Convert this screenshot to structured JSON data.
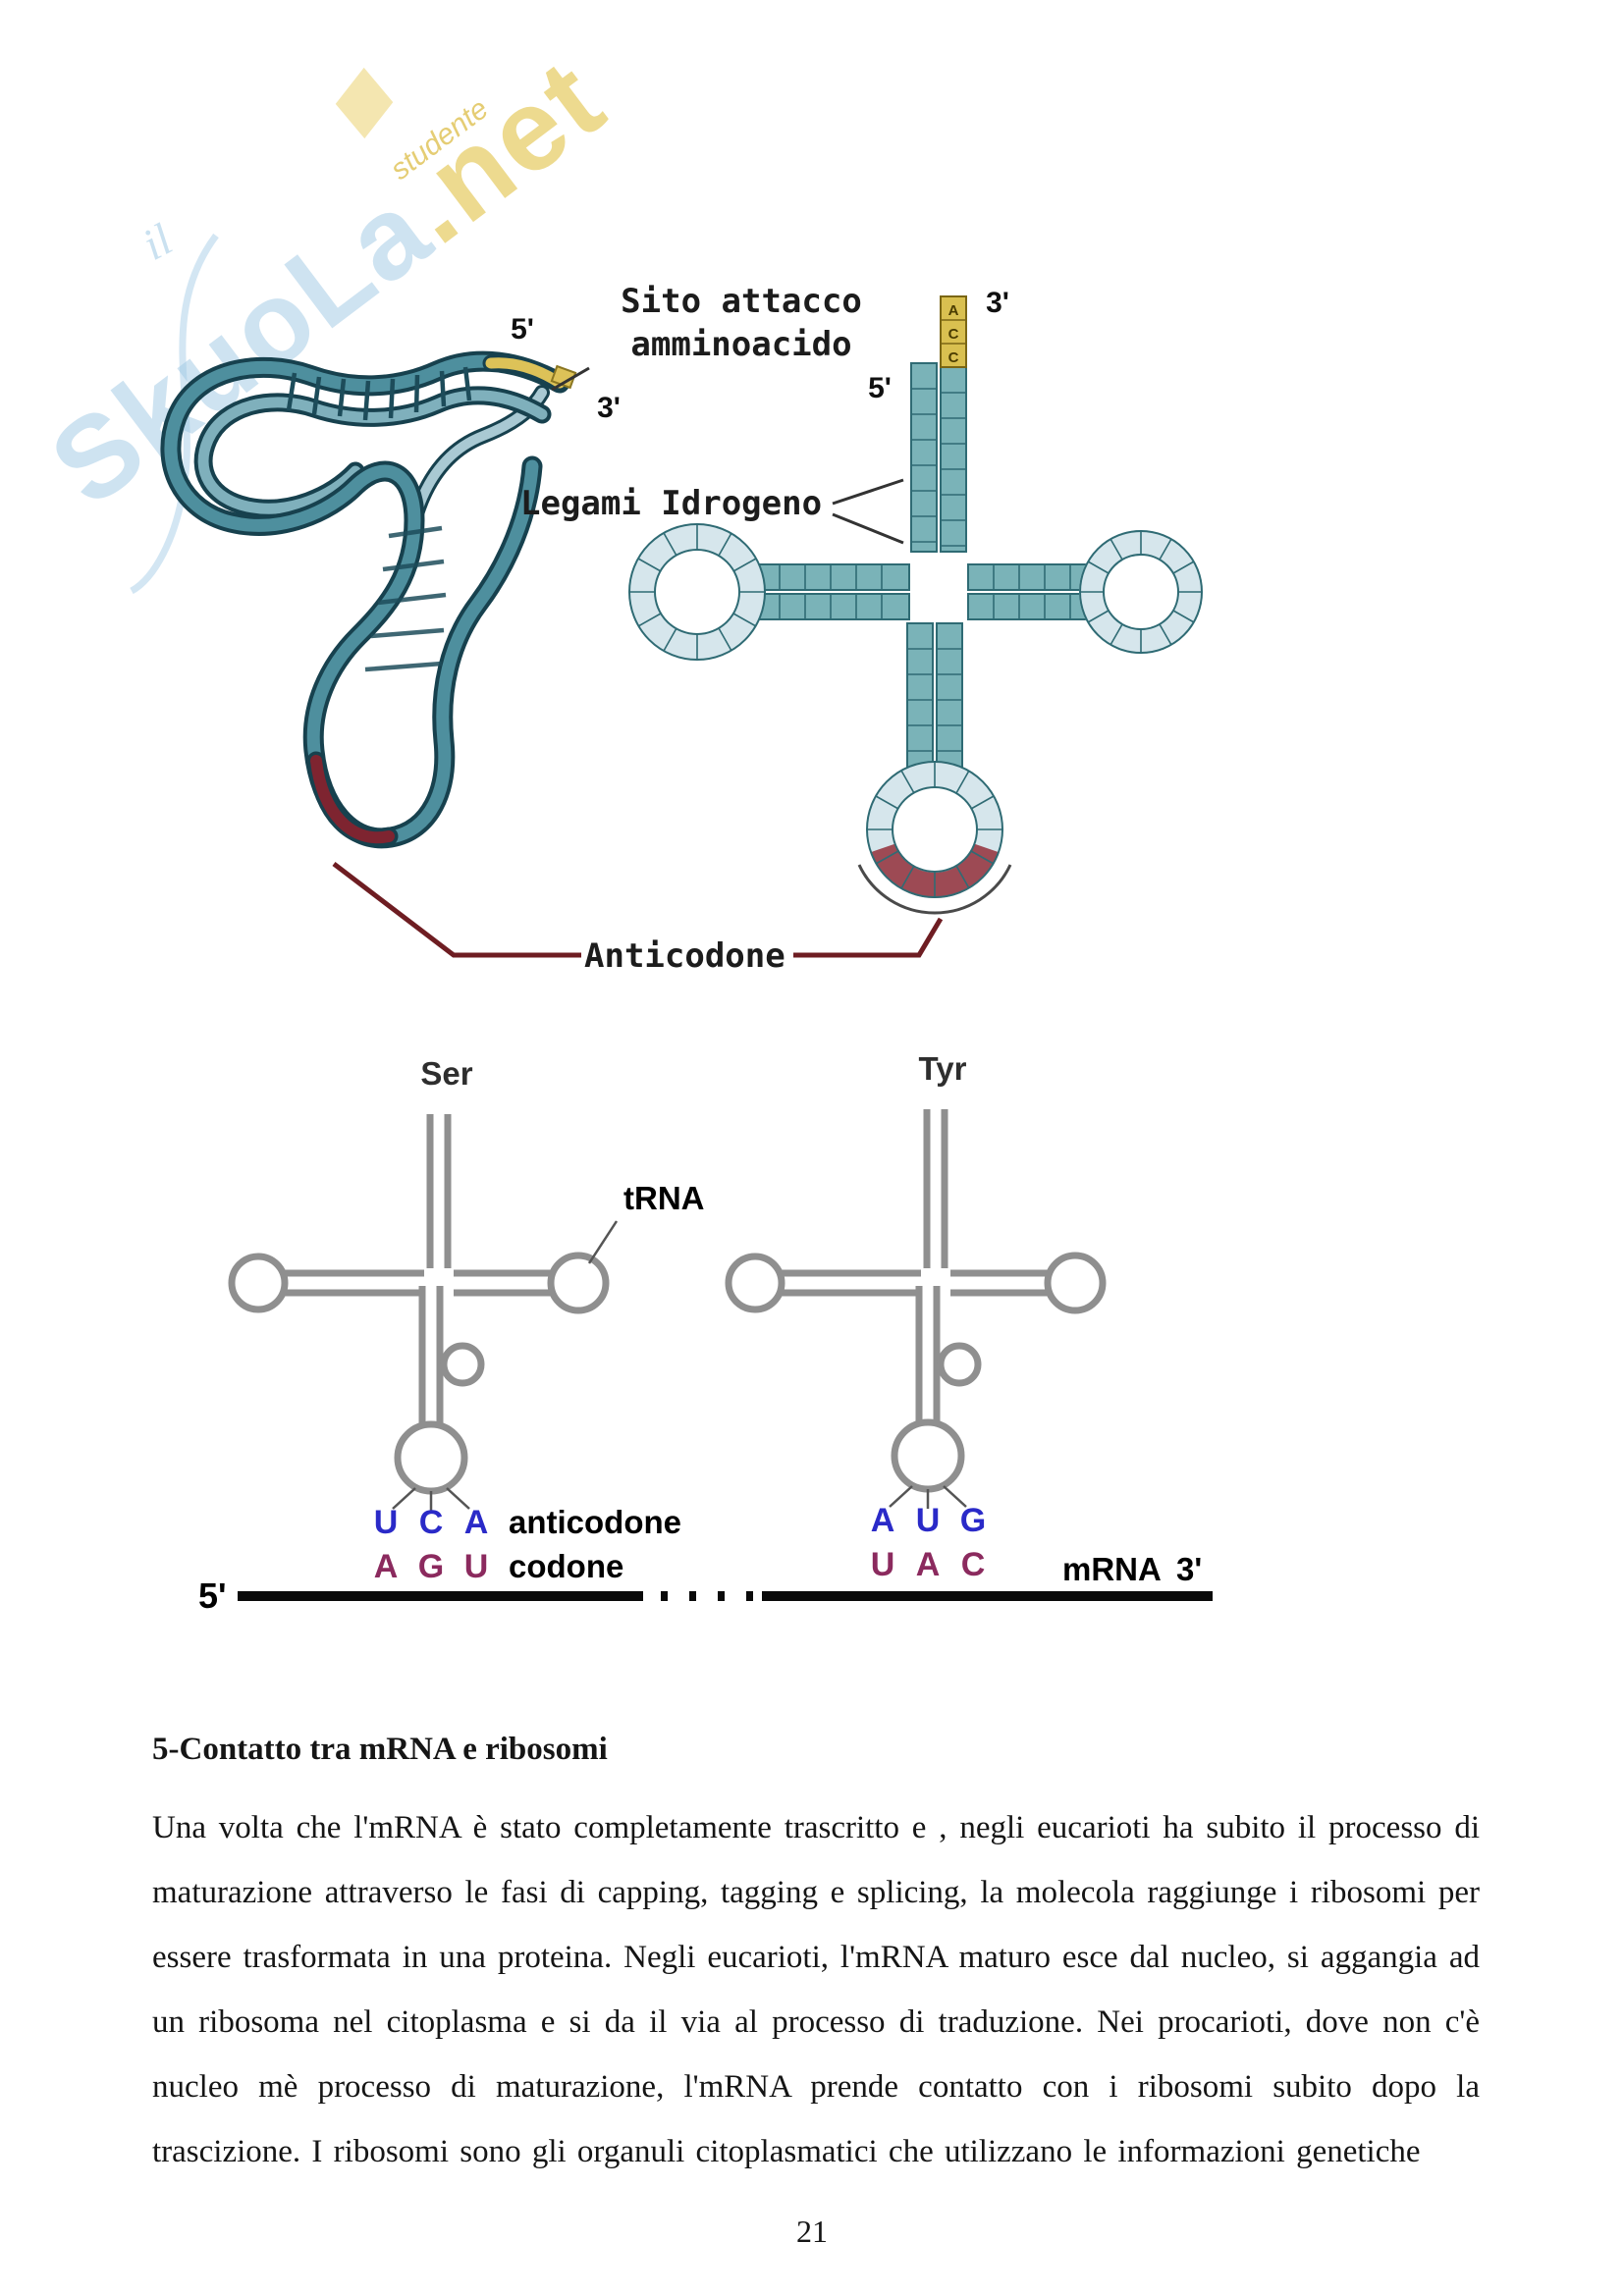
{
  "watermark": {
    "brand_main": "SkuoLa",
    "brand_suffix": ".net",
    "tagline": "studente",
    "side_text": "il"
  },
  "figure1": {
    "labels": {
      "sito_attacco_line1": "Sito attacco",
      "sito_attacco_line2": "amminoacido",
      "five_prime_left": "5'",
      "three_prime_left": "3'",
      "three_prime_right": "3'",
      "five_prime_right": "5'",
      "legami": "Legami Idrogeno",
      "anticodone": "Anticodone"
    },
    "acceptor_bases": [
      "A",
      "C",
      "C"
    ]
  },
  "figure2": {
    "left_trna": {
      "amino_acid": "Ser",
      "anticodon": [
        "U",
        "C",
        "A"
      ],
      "codon": [
        "A",
        "G",
        "U"
      ]
    },
    "right_trna": {
      "amino_acid": "Tyr",
      "anticodon": [
        "A",
        "U",
        "G"
      ],
      "codon": [
        "U",
        "A",
        "C"
      ]
    },
    "labels": {
      "trna": "tRNA",
      "anticodone": "anticodone",
      "codone": "codone",
      "five_prime": "5'",
      "mrna": "mRNA",
      "three_prime": "3'"
    }
  },
  "content": {
    "heading": "5-Contatto tra mRNA e ribosomi",
    "paragraph": "Una volta che l'mRNA è stato completamente trascritto e , negli eucarioti ha subito il processo di maturazione attraverso le fasi di  capping, tagging e splicing, la molecola raggiunge i ribosomi per essere trasformata in una proteina. Negli eucarioti, l'mRNA maturo esce dal nucleo, si aggangia ad un ribosoma nel citoplasma  e si da il via al processo di traduzione. Nei procarioti, dove non c'è nucleo mè processo di maturazione, l'mRNA prende contatto con i ribosomi subito dopo la trascizione. I ribosomi sono gli organuli citoplasmatici che utilizzano le informazioni genetiche",
    "page_number": "21"
  },
  "colors": {
    "cloverleaf_teal": "#7ab3b8",
    "loop_light_blue": "#d6e6ec",
    "anticodon_red": "#9d4a54",
    "acceptor_yellow": "#d9c050",
    "letter_blue": "#2a2ac8",
    "letter_purple": "#8b2a5e",
    "watermark_blue": "#9ec8e4",
    "watermark_yellow": "#e2c44a"
  }
}
